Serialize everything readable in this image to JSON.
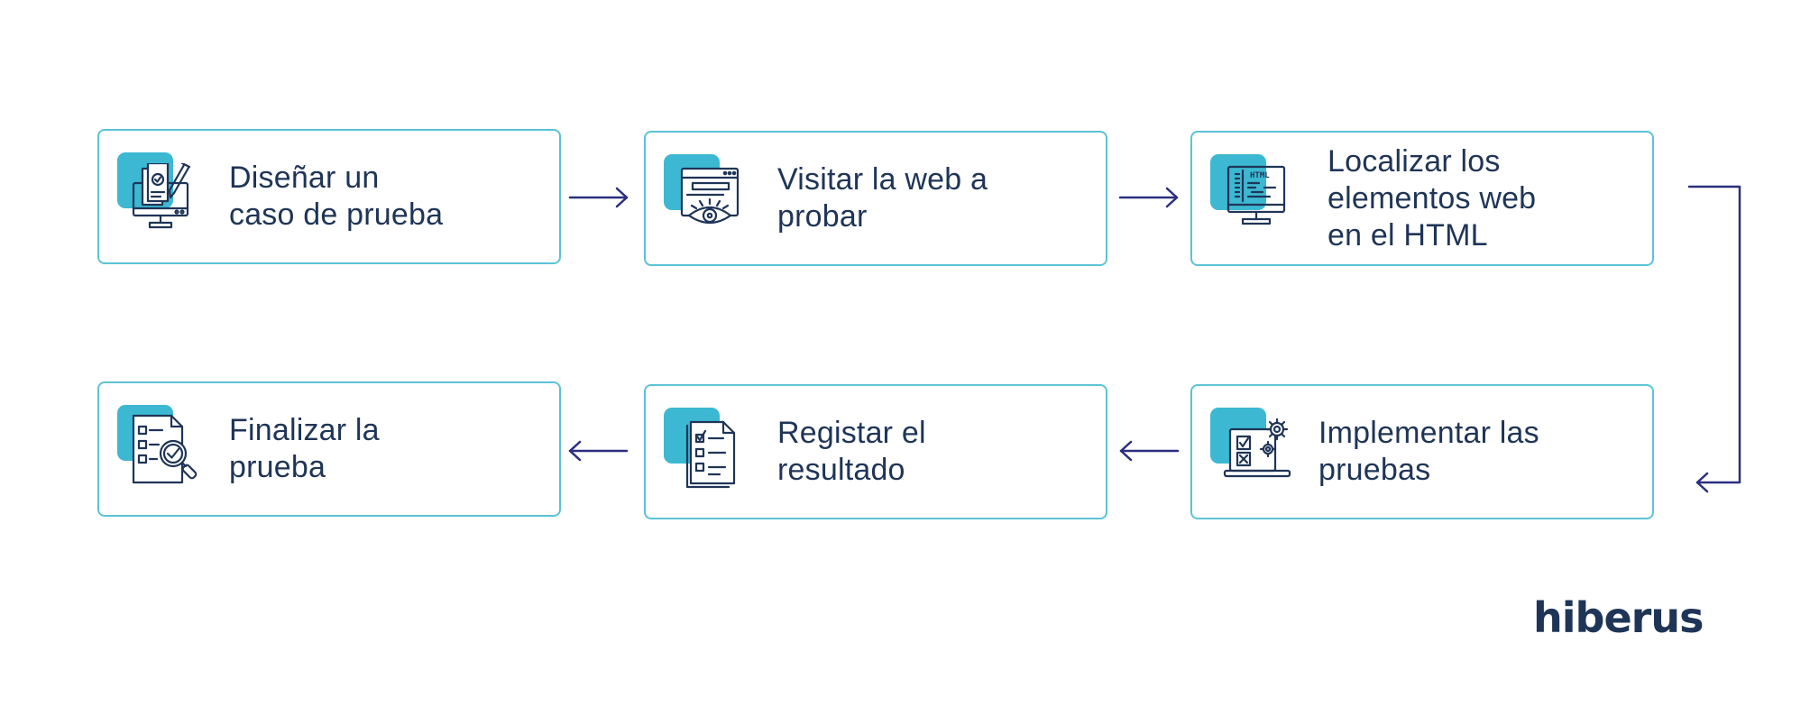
{
  "colors": {
    "accent": "#3cb8d2",
    "border": "#5bc3d6",
    "text": "#1f3557",
    "arrow": "#2b2f7f"
  },
  "steps": [
    {
      "label": "Diseñar un\ncaso de prueba",
      "icon": "design-test-case-icon"
    },
    {
      "label": "Visitar la web a\nprobar",
      "icon": "web-inspect-eye-icon"
    },
    {
      "label": "Localizar los\nelementos web\nen el HTML",
      "icon": "html-monitor-icon"
    },
    {
      "label": "Implementar las\npruebas",
      "icon": "laptop-checklist-gears-icon"
    },
    {
      "label": "Registar el\nresultado",
      "icon": "checklist-document-icon"
    },
    {
      "label": "Finalizar la\nprueba",
      "icon": "document-magnifier-check-icon"
    }
  ],
  "logo": {
    "text": "hiberus"
  }
}
